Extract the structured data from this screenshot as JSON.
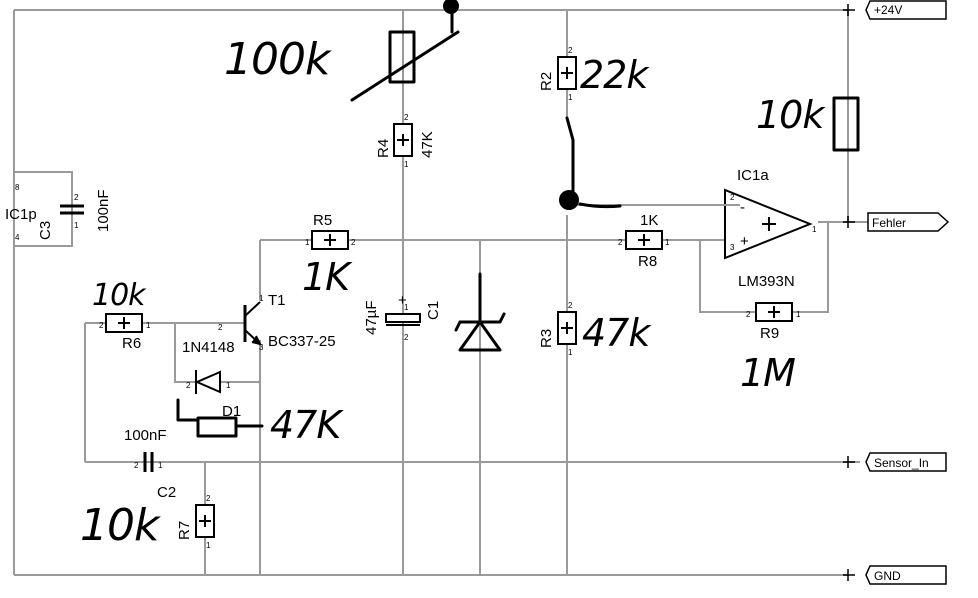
{
  "ports": {
    "vcc": "+24V",
    "fault": "Fehler",
    "sensor": "Sensor_In",
    "gnd": "GND"
  },
  "opamp": {
    "name": "IC1a",
    "part": "LM393N",
    "minus": "-",
    "plus": "+",
    "pin_in_minus": "2",
    "pin_in_plus": "3",
    "pin_out": "1",
    "power_ref": "IC1p",
    "pin_pwr_top": "8",
    "pin_pwr_bot": "4"
  },
  "transistor": {
    "name": "T1",
    "part": "BC337-25",
    "pin_c": "1",
    "pin_b": "2",
    "pin_e": "3"
  },
  "diodes": {
    "d1_name": "D1",
    "d1_part": "1N4148",
    "d1_pin_a": "2",
    "d1_pin_k": "1"
  },
  "resistors": {
    "r2": {
      "name": "R2",
      "pin1": "1",
      "pin2": "2",
      "note": "22k"
    },
    "r3": {
      "name": "R3",
      "pin1": "1",
      "pin2": "2",
      "note": "47k"
    },
    "r4": {
      "name": "R4",
      "value": "47K",
      "pin1": "1",
      "pin2": "2"
    },
    "r5": {
      "name": "R5",
      "pin1": "1",
      "pin2": "2",
      "note": "1K"
    },
    "r6": {
      "name": "R6",
      "pin1": "1",
      "pin2": "2",
      "note": "10k"
    },
    "r7": {
      "name": "R7",
      "pin1": "1",
      "pin2": "2",
      "note": "10k"
    },
    "r8": {
      "name": "R8",
      "value": "1K",
      "pin1": "1",
      "pin2": "2"
    },
    "r9": {
      "name": "R9",
      "pin1": "1",
      "pin2": "2",
      "note": "1M"
    },
    "pot": {
      "note": "100k"
    },
    "pullup": {
      "note": "10k"
    },
    "d1_series": {
      "note": "47K"
    }
  },
  "capacitors": {
    "c1": {
      "name": "C1",
      "value": "47µF",
      "plus": "+",
      "pin1": "1",
      "pin2": "2"
    },
    "c2": {
      "name": "C2",
      "value": "100nF",
      "pin1": "1",
      "pin2": "2"
    },
    "c3": {
      "name": "C3",
      "value": "100nF",
      "pin1": "1",
      "pin2": "2"
    }
  }
}
